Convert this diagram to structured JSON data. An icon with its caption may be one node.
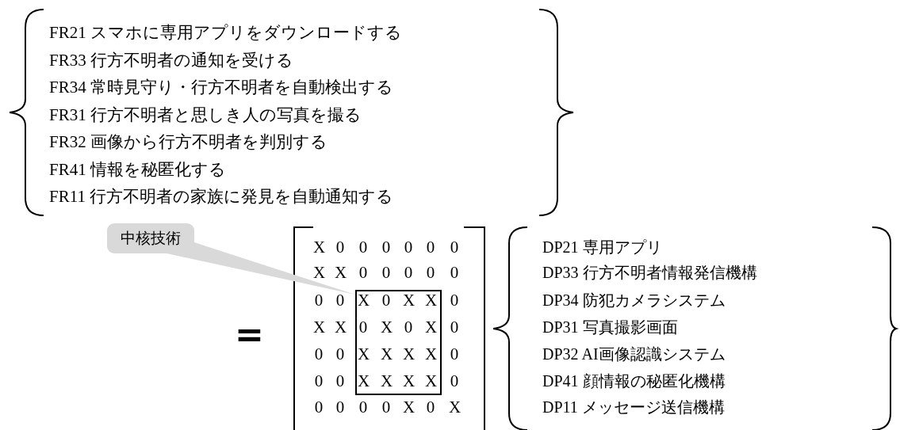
{
  "diagram": {
    "nodes": [
      {
        "text": [
          "中核技術"
        ]
      },
      {
        "text": [],
        "shape": "box"
      }
    ],
    "edges": [
      {
        "from": 0,
        "to": 1,
        "arrow": "none"
      }
    ],
    "labels": [
      "FR21 スマホに専用アプリをダウンロードする",
      "FR33 行方不明者の通知を受ける",
      "FR34 常時見守り・行方不明者を自動検出する",
      "FR31 行方不明者と思しき人の写真を撮る",
      "FR32 画像から行方不明者を判別する",
      "FR41 情報を秘匿化する",
      "FR11 行方不明者の家族に発見を自動通知する",
      "=",
      "X",
      "0",
      "0",
      "0",
      "0",
      "0",
      "0",
      "X",
      "X",
      "0",
      "0",
      "0",
      "0",
      "0",
      "0",
      "0",
      "X",
      "0",
      "X",
      "X",
      "0",
      "X",
      "X",
      "0",
      "X",
      "0",
      "X",
      "0",
      "0",
      "0",
      "X",
      "X",
      "X",
      "X",
      "0",
      "0",
      "0",
      "X",
      "X",
      "X",
      "X",
      "0",
      "0",
      "0",
      "0",
      "0",
      "X",
      "0",
      "X",
      "DP21 専用アプリ",
      "DP33 行方不明者情報発信機構",
      "DP34 防犯カメラシステム",
      "DP31 写真撮影画面",
      "DP32 AI画像認識システム",
      "DP41 顔情報の秘匿化機構",
      "DP11 メッセージ送信機構"
    ]
  }
}
